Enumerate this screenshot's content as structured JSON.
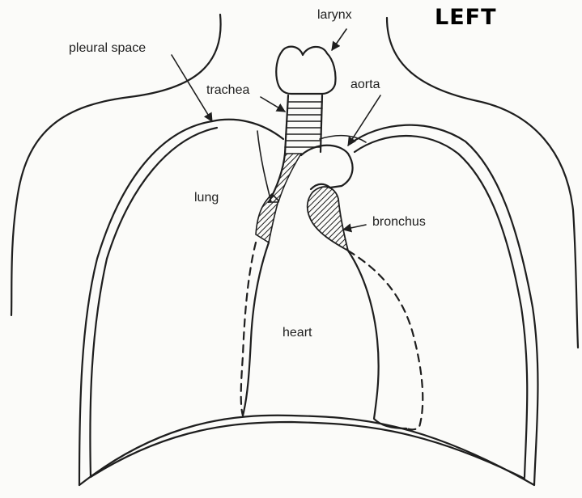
{
  "side_marker": "LEFT",
  "labels": {
    "larynx": "larynx",
    "pleural_space": "pleural space",
    "trachea": "trachea",
    "aorta": "aorta",
    "lung": "lung",
    "bronchus": "bronchus",
    "heart": "heart"
  }
}
